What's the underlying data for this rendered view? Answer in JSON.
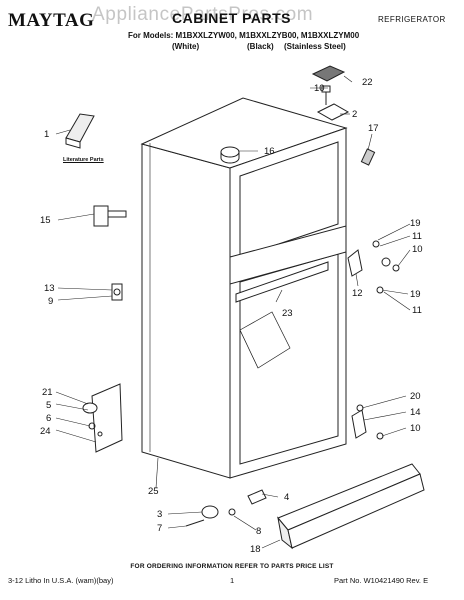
{
  "header": {
    "brand": "MAYTAG",
    "title": "CABINET PARTS",
    "section": "REFRIGERATOR",
    "models_line": "For Models: M1BXXLZYW00, M1BXXLZYB00, M1BXXLZYM00",
    "colors": [
      "(White)",
      "(Black)",
      "(Stainless Steel)"
    ],
    "watermark": "AppliancePartsPros.com"
  },
  "labels": {
    "literature_parts": "Literature Parts"
  },
  "callouts": [
    "1",
    "2",
    "3",
    "4",
    "5",
    "6",
    "7",
    "8",
    "9",
    "10",
    "10",
    "10",
    "11",
    "11",
    "12",
    "13",
    "14",
    "15",
    "16",
    "17",
    "18",
    "19",
    "19",
    "20",
    "21",
    "22",
    "23",
    "24",
    "25"
  ],
  "footer": {
    "ordering_note": "FOR ORDERING INFORMATION REFER TO PARTS PRICE LIST",
    "litho": "3-12 Litho In U.S.A. (wam)(bay)",
    "page_number": "1",
    "part_number": "Part No. W10421490 Rev. E"
  }
}
